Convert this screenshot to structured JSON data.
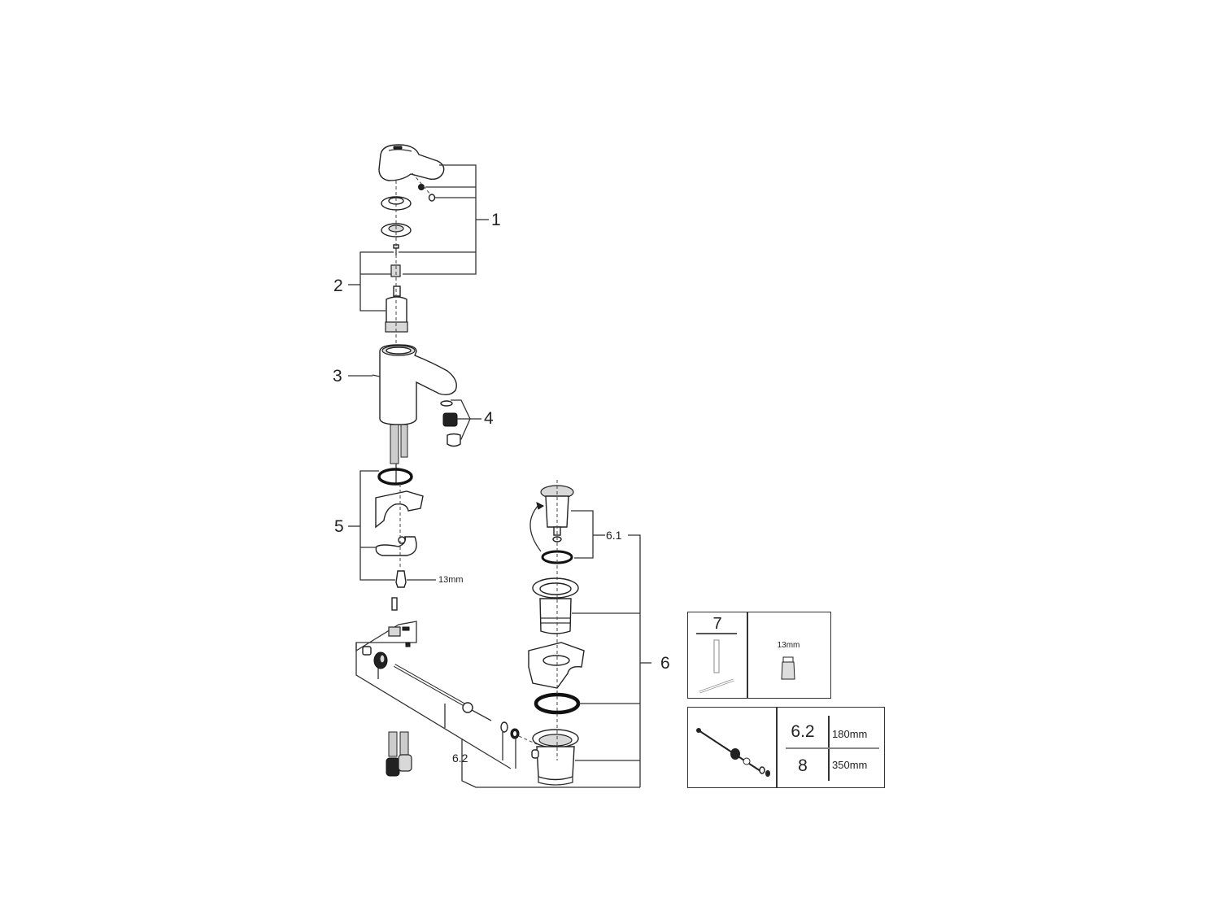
{
  "diagram": {
    "type": "exploded-parts-diagram",
    "subject": "single-lever basin mixer with pop-up waste",
    "callouts": [
      {
        "id": "1",
        "label": "1"
      },
      {
        "id": "2",
        "label": "2"
      },
      {
        "id": "3",
        "label": "3"
      },
      {
        "id": "4",
        "label": "4"
      },
      {
        "id": "5",
        "label": "5"
      },
      {
        "id": "6",
        "label": "6"
      },
      {
        "id": "6.1",
        "label": "6.1"
      },
      {
        "id": "6.2",
        "label": "6.2"
      }
    ],
    "dimensions": {
      "nut_size": "13mm"
    },
    "inset_tool": {
      "number": "7",
      "wrench_size": "13mm"
    },
    "inset_table": {
      "rows": [
        {
          "part": "6.2",
          "length": "180mm"
        },
        {
          "part": "8",
          "length": "350mm"
        }
      ]
    }
  }
}
